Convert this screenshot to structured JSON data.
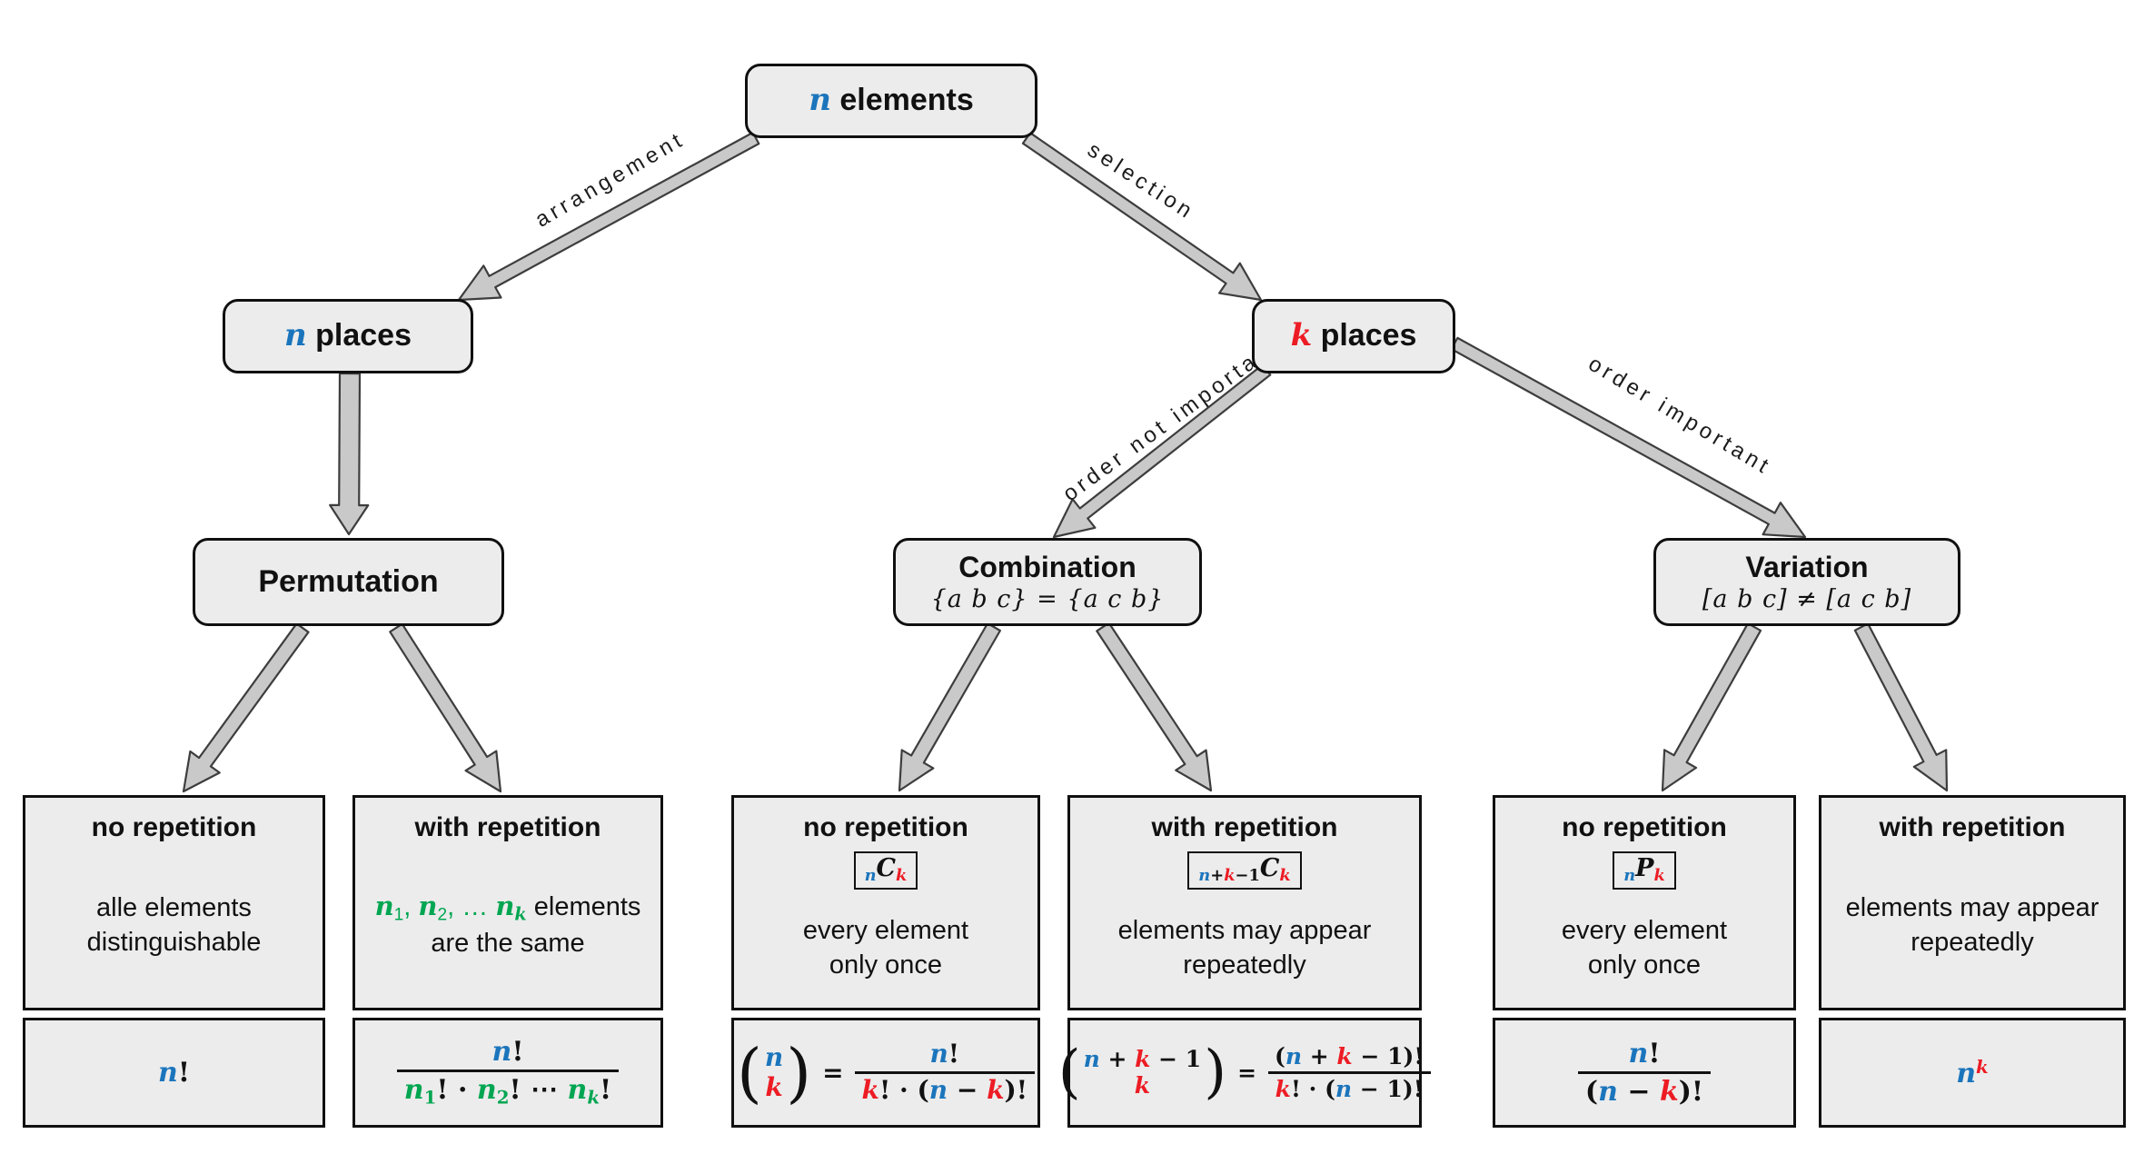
{
  "palette": {
    "blue": "#1B75BC",
    "red": "#ED1C24",
    "green": "#00A651",
    "box_fill": "#ECECEC",
    "box_border": "#101010",
    "arrow_fill": "#C9C9C9",
    "arrow_stroke": "#3D3D3D"
  },
  "nodes": {
    "root": {
      "title": [
        {
          "t": "n",
          "c": "i b"
        },
        {
          "t": " elements"
        }
      ]
    },
    "n_places": {
      "title": [
        {
          "t": "n",
          "c": "i b"
        },
        {
          "t": " places"
        }
      ]
    },
    "k_places": {
      "title": [
        {
          "t": "k",
          "c": "i r"
        },
        {
          "t": " places"
        }
      ]
    },
    "permutation": {
      "title": [
        {
          "t": "Permutation"
        }
      ]
    },
    "combination": {
      "title": [
        {
          "t": "Combination"
        }
      ],
      "subtitle": "{a b c} = {a c b}"
    },
    "variation": {
      "title": [
        {
          "t": "Variation"
        }
      ],
      "subtitle": "[a b c] ≠ [a c b]"
    }
  },
  "edges": {
    "arrangement": "arrangement",
    "selection": "selection",
    "order_not": "order not important",
    "order_yes": "order important"
  },
  "leaves": [
    {
      "title": "no repetition",
      "desc": [
        [
          {
            "t": "alle elements"
          }
        ],
        [
          {
            "t": "distinguishable"
          }
        ]
      ],
      "formula": [
        {
          "t": "n",
          "c": "i b"
        },
        {
          "t": "!"
        }
      ]
    },
    {
      "title": "with repetition",
      "desc": [
        [
          {
            "t": "n",
            "c": "i g"
          },
          {
            "t": "1",
            "c": "g sub"
          },
          {
            "t": ", ",
            "c": "g"
          },
          {
            "t": "n",
            "c": "i g"
          },
          {
            "t": "2",
            "c": "g sub"
          },
          {
            "t": ", … ",
            "c": "g"
          },
          {
            "t": "n",
            "c": "i g"
          },
          {
            "t": "k",
            "c": "i g sub"
          },
          {
            "t": " elements"
          }
        ],
        [
          {
            "t": "are the same"
          }
        ]
      ],
      "formula": {
        "num": [
          {
            "t": "n",
            "c": "i b"
          },
          {
            "t": "!"
          }
        ],
        "den": [
          {
            "t": "n",
            "c": "i g"
          },
          {
            "t": "1",
            "c": "g sub"
          },
          {
            "t": "! · "
          },
          {
            "t": "n",
            "c": "i g"
          },
          {
            "t": "2",
            "c": "g sub"
          },
          {
            "t": "! ⋯ "
          },
          {
            "t": "n",
            "c": "i g"
          },
          {
            "t": "k",
            "c": "i g sub"
          },
          {
            "t": "!"
          }
        ]
      }
    },
    {
      "title": "no repetition",
      "badge": [
        {
          "t": "n",
          "c": "i b sub"
        },
        {
          "t": "C",
          "c": "i"
        },
        {
          "t": "k",
          "c": "i r sub"
        }
      ],
      "desc": [
        [
          {
            "t": "every element"
          }
        ],
        [
          {
            "t": "only once"
          }
        ]
      ],
      "formula": {
        "lp": "(",
        "rp": ")",
        "eq": "=",
        "top": [
          {
            "t": "n",
            "c": "i b"
          }
        ],
        "bot": [
          {
            "t": "k",
            "c": "i r"
          }
        ],
        "num": [
          {
            "t": "n",
            "c": "i b"
          },
          {
            "t": "!"
          }
        ],
        "den": [
          {
            "t": "k",
            "c": "i r"
          },
          {
            "t": "! · ("
          },
          {
            "t": "n",
            "c": "i b"
          },
          {
            "t": " − "
          },
          {
            "t": "k",
            "c": "i r"
          },
          {
            "t": ")!"
          }
        ]
      }
    },
    {
      "title": "with repetition",
      "badge": [
        {
          "t": "n",
          "c": "i b sub"
        },
        {
          "t": "+",
          "c": "sub"
        },
        {
          "t": "k",
          "c": "i r sub"
        },
        {
          "t": "−1",
          "c": "sub"
        },
        {
          "t": "C",
          "c": "i"
        },
        {
          "t": "k",
          "c": "i r sub"
        }
      ],
      "desc": [
        [
          {
            "t": "elements may appear"
          }
        ],
        [
          {
            "t": "repeatedly"
          }
        ]
      ],
      "formula": {
        "lp": "(",
        "rp": ")",
        "eq": "=",
        "top": [
          {
            "t": "n",
            "c": "i b"
          },
          {
            "t": " + "
          },
          {
            "t": "k",
            "c": "i r"
          },
          {
            "t": " − 1"
          }
        ],
        "bot": [
          {
            "t": "k",
            "c": "i r"
          }
        ],
        "num": [
          {
            "t": "("
          },
          {
            "t": "n",
            "c": "i b"
          },
          {
            "t": " + "
          },
          {
            "t": "k",
            "c": "i r"
          },
          {
            "t": " − 1)!"
          }
        ],
        "den": [
          {
            "t": "k",
            "c": "i r"
          },
          {
            "t": "! · ("
          },
          {
            "t": "n",
            "c": "i b"
          },
          {
            "t": " − 1)!"
          }
        ]
      }
    },
    {
      "title": "no repetition",
      "badge": [
        {
          "t": "n",
          "c": "i b sub"
        },
        {
          "t": "P",
          "c": "i"
        },
        {
          "t": "k",
          "c": "i r sub"
        }
      ],
      "desc": [
        [
          {
            "t": "every element"
          }
        ],
        [
          {
            "t": "only once"
          }
        ]
      ],
      "formula": {
        "num": [
          {
            "t": "n",
            "c": "i b"
          },
          {
            "t": "!"
          }
        ],
        "den": [
          {
            "t": "("
          },
          {
            "t": "n",
            "c": "i b"
          },
          {
            "t": " − "
          },
          {
            "t": "k",
            "c": "i r"
          },
          {
            "t": ")!"
          }
        ]
      }
    },
    {
      "title": "with repetition",
      "desc": [
        [
          {
            "t": "elements may appear"
          }
        ],
        [
          {
            "t": "repeatedly"
          }
        ]
      ],
      "formula": [
        {
          "t": "n",
          "c": "i b"
        },
        {
          "t": "k",
          "c": "i r sup"
        }
      ]
    }
  ]
}
